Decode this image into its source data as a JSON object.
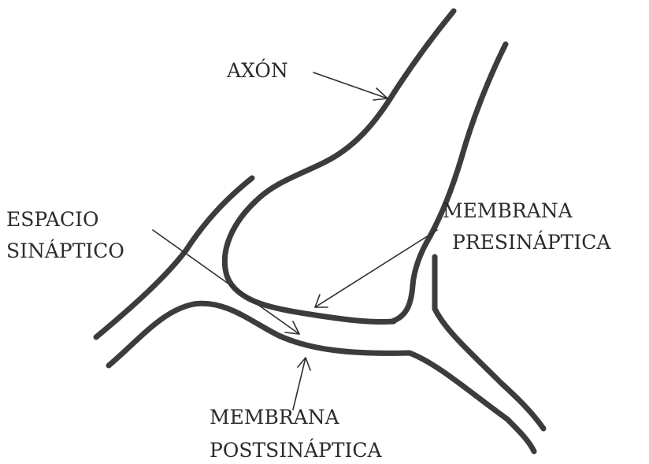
{
  "labels": {
    "axon": "AXÓN",
    "espacio_line1": "ESPACIO",
    "espacio_line2": "SINÁPTICO",
    "presinaptica_line1": "MEMBRANA",
    "presinaptica_line2": "PRESINÁPTICA",
    "postsinaptica_line1": "MEMBRANA",
    "postsinaptica_line2": "POSTSINÁPTICA"
  },
  "colors": {
    "background": "#ffffff",
    "stroke": "#3c3c3c",
    "text": "#2b2b2b"
  }
}
